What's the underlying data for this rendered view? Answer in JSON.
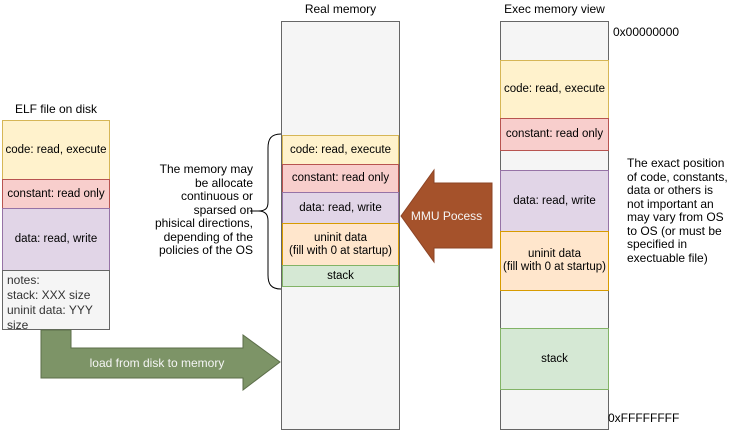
{
  "elf": {
    "title": "ELF file on disk",
    "code_label": "code: read, execute",
    "constant_label": "constant: read only",
    "data_label": "data: read, write",
    "notes_text": "notes:\nstack: XXX size\nuninit data: YYY\nsize"
  },
  "real_memory": {
    "title": "Real memory",
    "code_label": "code: read, execute",
    "constant_label": "constant: read only",
    "data_label": "data: read, write",
    "uninit_label": "uninit data\n(fill with 0 at startup)",
    "stack_label": "stack",
    "note": "The memory may\nbe allocate\ncontinuous or\nsparsed on\nphisical directions,\ndepending of the\npolicies of the OS"
  },
  "exec_memory": {
    "title": "Exec memory view",
    "addr_top": "0x00000000",
    "addr_bottom": "0xFFFFFFFF",
    "code_label": "code: read, execute",
    "constant_label": "constant: read only",
    "data_label": "data: read, write",
    "uninit_label": "uninit data\n(fill with 0 at startup)",
    "stack_label": "stack",
    "note": "The exact position\nof code, constants,\ndata or others is\nnot important an\nmay vary from OS\nto OS (or must be\nspecified in\nexectuable file)"
  },
  "arrows": {
    "load_label": "load from disk to memory",
    "mmu_label": "MMU Pocess"
  },
  "palette": {
    "code_fill": "#FFF2CC",
    "code_border": "#D6B656",
    "constant_fill": "#F8CECC",
    "constant_border": "#B85450",
    "data_fill": "#E1D5E7",
    "data_border": "#9673A6",
    "uninit_fill": "#FFE6CC",
    "uninit_border": "#D79B00",
    "stack_fill": "#D5E8D4",
    "stack_border": "#82B366",
    "memory_fill": "#F5F5F5",
    "memory_border": "#666666",
    "load_arrow_fill": "#7D9467",
    "mmu_arrow_fill": "#A5522B"
  }
}
